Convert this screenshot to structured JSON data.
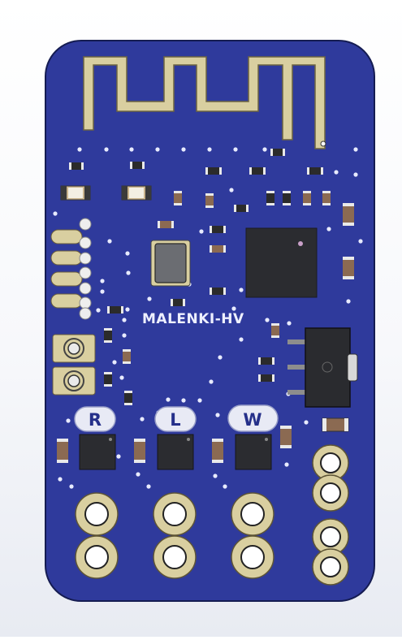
{
  "board": {
    "name": "MALENKI-HV",
    "pad_labels": [
      "R",
      "L",
      "W"
    ]
  },
  "colors": {
    "pcb": "#2f3a9c",
    "pcb_edge": "#1c2566",
    "gold": "#d9cfa0",
    "background": "#ffffff"
  }
}
